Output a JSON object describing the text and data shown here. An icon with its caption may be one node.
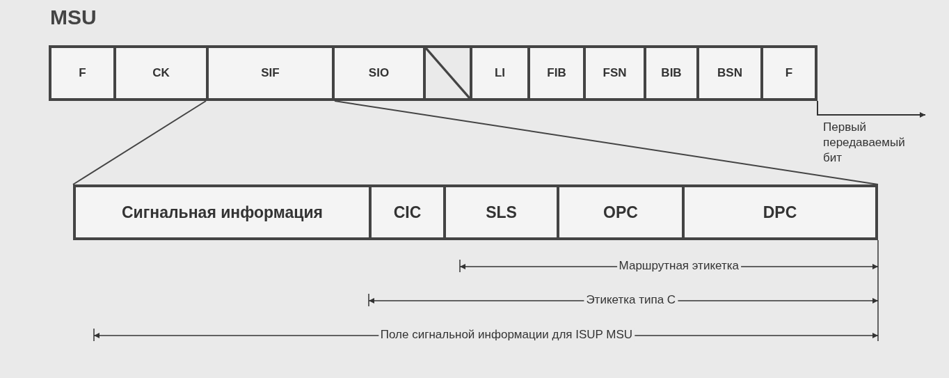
{
  "diagram": {
    "title": "MSU",
    "nodes": [
      {
        "text": [
          "F"
        ]
      },
      {
        "text": [
          "CK"
        ]
      },
      {
        "text": [
          "SIF"
        ]
      },
      {
        "text": [
          "SIO"
        ]
      },
      {
        "text": [],
        "shape": "box"
      },
      {
        "text": [
          "LI"
        ]
      },
      {
        "text": [
          "FIB"
        ]
      },
      {
        "text": [
          "FSN"
        ]
      },
      {
        "text": [
          "BIB"
        ]
      },
      {
        "text": [
          "BSN"
        ]
      },
      {
        "text": [
          "F"
        ]
      },
      {
        "text": [
          "Сигнальная информация"
        ]
      },
      {
        "text": [
          "CIC"
        ]
      },
      {
        "text": [
          "SLS"
        ]
      },
      {
        "text": [
          "OPC"
        ]
      },
      {
        "text": [
          "DPC"
        ]
      }
    ],
    "edges": [
      {
        "from": 2,
        "to": 11,
        "arrow": "none"
      },
      {
        "from": 2,
        "to": 15,
        "arrow": "none"
      },
      {
        "from": 10,
        "to": null,
        "arrow": "to"
      }
    ],
    "labels": [
      "Первый передаваемый бит",
      "Маршрутная этикетка",
      "Этикетка типа С",
      "Поле сигнальной информации для ISUP MSU"
    ]
  }
}
